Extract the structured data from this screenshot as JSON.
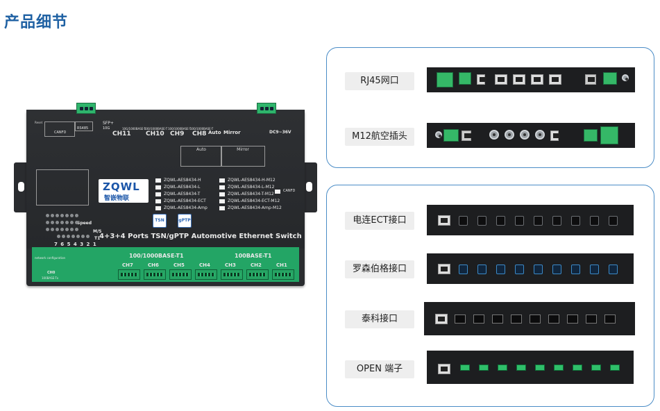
{
  "page": {
    "title": "产品细节"
  },
  "device": {
    "model_title": "4+3+4 Ports TSN/gPTP Automotive Ethernet Switch",
    "brand": "ZQWL",
    "brand_cn": "智嵌物联",
    "top_labels": {
      "sfp": "SFP+",
      "sfp_speed": "10G",
      "ch11": "CH11",
      "ch10": "CH10",
      "ch9": "CH9",
      "ch8": "CH8",
      "auto": "Auto",
      "mirror": "Mirror",
      "power": "DC9~36V",
      "reset": "Reset",
      "canfd": "CANFD",
      "rs485": "RS485",
      "ch11_speed": "10G/1000BASE-T",
      "ch10_speed": "100/1000BASE-T",
      "ch9_speed": "100/1000BASE-T",
      "ch8_speed": "100/1000BASE-T"
    },
    "models": [
      "ZQWL-AES8434-H",
      "ZQWL-AES8434-L",
      "ZQWL-AES8434-T",
      "ZQWL-AES8434-ECT",
      "ZQWL-AES8434-Amp",
      "ZQWL-AES8434-H-M12",
      "ZQWL-AES8434-L-M12",
      "ZQWL-AES8434-T-M12",
      "ZQWL-AES8434-ECT-M12",
      "ZQWL-AES8434-Amp-M12"
    ],
    "canfd_right": "CANFD",
    "badges": [
      "TSN",
      "gPTP"
    ],
    "led": {
      "speed": "Speed",
      "ms": "M/S",
      "t1": "T1",
      "numbers": "7 6 5 4 3 2 1"
    },
    "mode_boxes": {
      "auto": "Auto",
      "mirror": "Mirror"
    },
    "bottom": {
      "group_left": "100/1000BASE-T1",
      "group_right": "100BASE-T1",
      "channels": [
        "CH7",
        "CH6",
        "CH5",
        "CH4",
        "CH3",
        "CH2",
        "CH1"
      ],
      "ch0": "CH0",
      "ch0_sub": "100BASE-Tx",
      "net_config": "network configuration"
    }
  },
  "panels": {
    "top": [
      {
        "label": "RJ45网口"
      },
      {
        "label": "M12航空插头"
      }
    ],
    "bottom": [
      {
        "label": "电连ECT接口"
      },
      {
        "label": "罗森伯格接口"
      },
      {
        "label": "泰科接口"
      },
      {
        "label": "OPEN 端子"
      }
    ]
  },
  "colors": {
    "title": "#1f61a3",
    "panel_border": "#4a8cc6",
    "device_green": "#23a565",
    "label_bg": "#eeeeee"
  }
}
